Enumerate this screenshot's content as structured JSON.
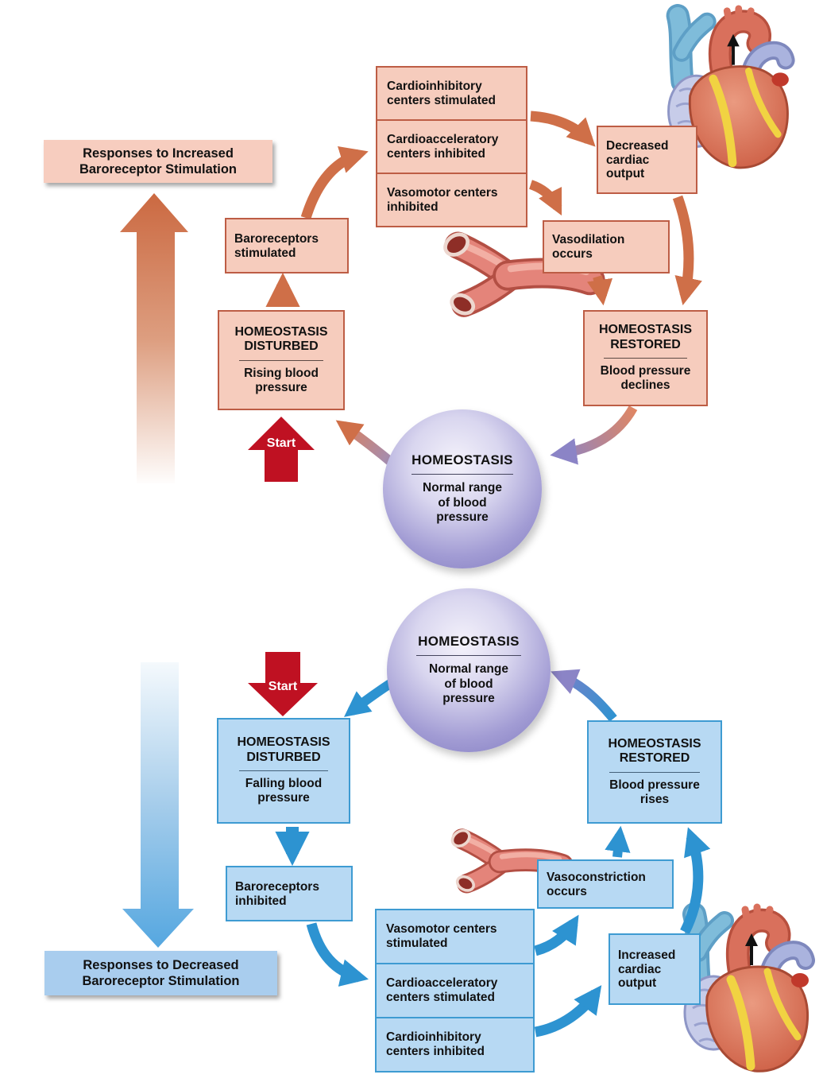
{
  "top": {
    "section_label": "Responses to Increased\nBaroreceptor Stimulation",
    "centers": [
      "Cardioinhibitory\ncenters stimulated",
      "Cardioacceleratory\ncenters inhibited",
      "Vasomotor centers\ninhibited"
    ],
    "decreased_cardiac_output": "Decreased\ncardiac\noutput",
    "vasodilation": "Vasodilation\noccurs",
    "baroreceptors": "Baroreceptors\nstimulated",
    "disturbed": {
      "title": "HOMEOSTASIS\nDISTURBED",
      "subtitle": "Rising blood\npressure"
    },
    "restored": {
      "title": "HOMEOSTASIS\nRESTORED",
      "subtitle": "Blood pressure\ndeclines"
    },
    "start": "Start",
    "homeostasis": {
      "title": "HOMEOSTASIS",
      "subtitle": "Normal range\nof blood\npressure"
    }
  },
  "bottom": {
    "section_label": "Responses to Decreased\nBaroreceptor Stimulation",
    "centers": [
      "Vasomotor centers\nstimulated",
      "Cardioacceleratory\ncenters stimulated",
      "Cardioinhibitory\ncenters inhibited"
    ],
    "increased_cardiac_output": "Increased\ncardiac\noutput",
    "vasoconstriction": "Vasoconstriction\noccurs",
    "baroreceptors": "Baroreceptors\ninhibited",
    "disturbed": {
      "title": "HOMEOSTASIS\nDISTURBED",
      "subtitle": "Falling blood\npressure"
    },
    "restored": {
      "title": "HOMEOSTASIS\nRESTORED",
      "subtitle": "Blood pressure\nrises"
    },
    "start": "Start",
    "homeostasis": {
      "title": "HOMEOSTASIS",
      "subtitle": "Normal range\nof blood\npressure"
    }
  },
  "colors": {
    "pink_box_fill": "#f6ccbd",
    "pink_box_border": "#bd5d45",
    "blue_box_fill": "#b7d9f3",
    "blue_box_border": "#3e9bd2",
    "orange_arrow": "#cf6f48",
    "blue_arrow": "#2d93d1",
    "start_arrow_red": "#bf1122",
    "homeostasis_purple": "#7d77bd"
  }
}
